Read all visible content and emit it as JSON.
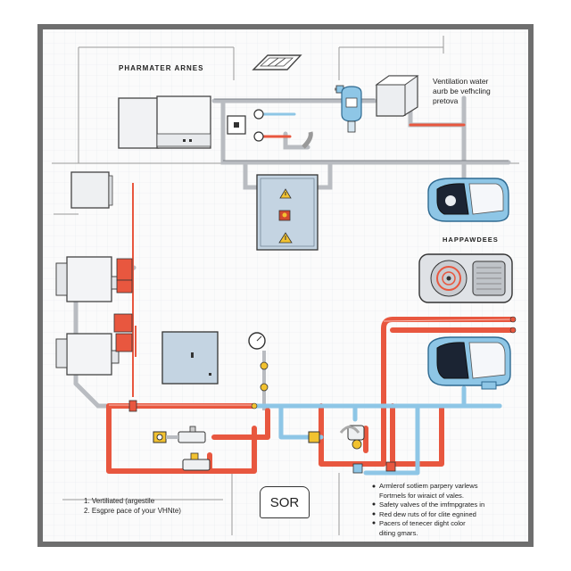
{
  "labels": {
    "top_left_title": "PHARMATER ARNES",
    "vent_note": [
      "Ventilation water",
      "aurb be vefhcling",
      "pretova"
    ],
    "right_section": "HAPPAWDEES",
    "sor_box": "SOR"
  },
  "left_notes": [
    "1.  Vertiliated (argestile",
    "2.  Esgpre pace of your VHNte)"
  ],
  "right_notes": [
    "Armlerof sotliem parpery varlews",
    "Fortrnels for wiraict of vales.",
    "Safety valves of the imfmpgrates in",
    "Red dew ruts of for clite egnined",
    "Pacers of tenecer dight color",
    "diting gmars."
  ],
  "colors": {
    "hot_pipe": "#e8573f",
    "cold_pipe": "#8ec6e6",
    "gray_pipe": "#b9bcc1",
    "frame": "#6e6e6e",
    "panel": "#c4d4e2",
    "warning": "#f2c230"
  },
  "icons": [
    "warning-icon",
    "pressure-gauge-icon",
    "valve-icon",
    "fan-icon",
    "pump-icon",
    "water-heater-icon"
  ]
}
